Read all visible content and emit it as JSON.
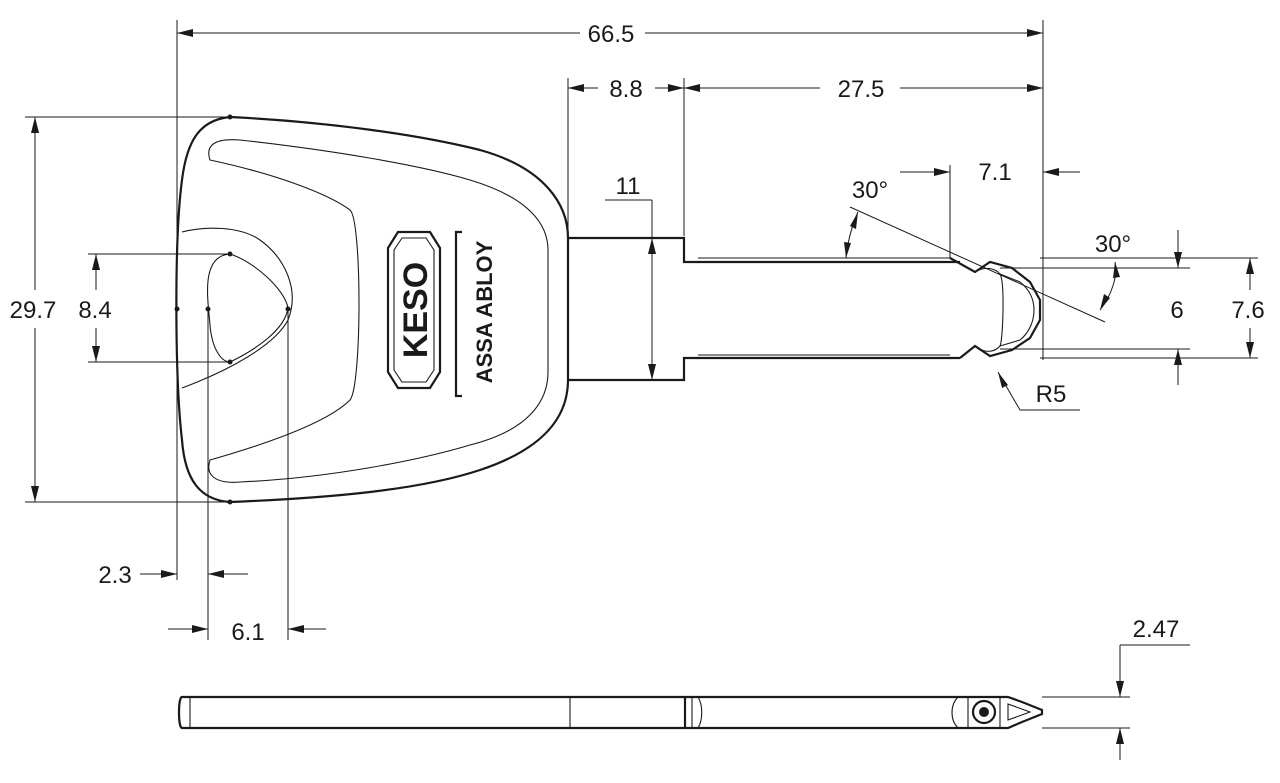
{
  "drawing": {
    "brand": {
      "logo_text": "KESO",
      "sub_text": "ASSA ABLOY"
    },
    "dimensions": {
      "overall_length": "66.5",
      "shoulder_to_step": "8.8",
      "blade_length": "27.5",
      "tip_offset": "7.1",
      "neck_height": "11",
      "tip_angle_upper": "30°",
      "tip_angle_lower": "30°",
      "tip_radius": "R5",
      "blade_height_inner": "6",
      "blade_height_outer": "7.6",
      "head_height": "29.7",
      "hole_height": "8.4",
      "head_edge_offset": "2.3",
      "hole_width": "6.1",
      "blade_thickness": "2.47"
    }
  }
}
